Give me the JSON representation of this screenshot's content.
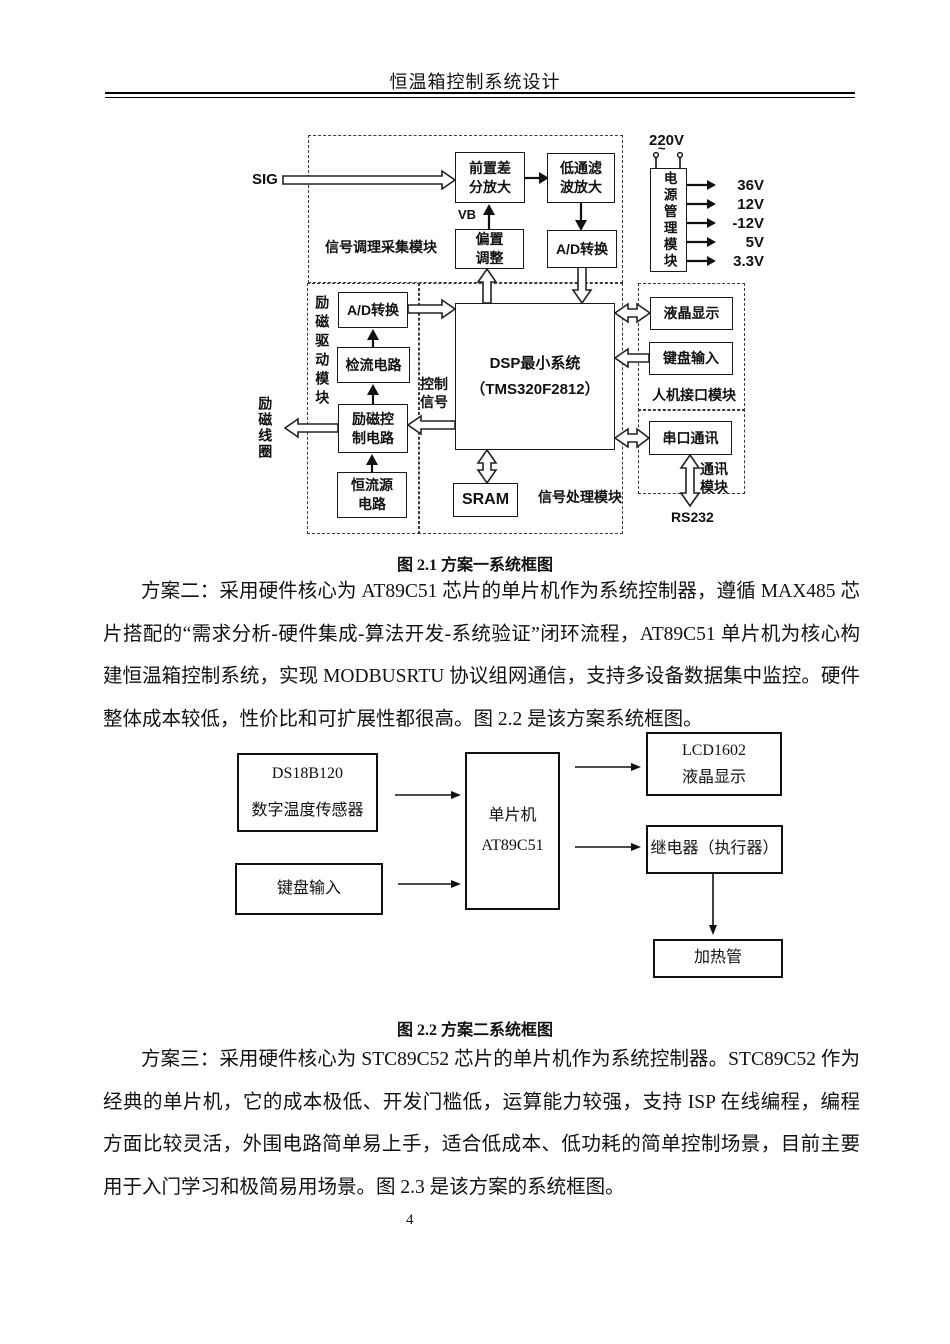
{
  "header": {
    "title": "恒温箱控制系统设计"
  },
  "figure1": {
    "caption": "图 2.1 方案一系统框图",
    "labels": {
      "sig": "SIG",
      "vb": "VB",
      "v220": "220V",
      "tilde": "~",
      "signal_cond_module": "信号调理采集模块",
      "excitation_module": "励磁驱动模块",
      "excitation_coil": "励磁线圈",
      "control_signal": "控制\n信号",
      "sigproc_module": "信号处理模块",
      "hmi_module": "人机接口模块",
      "comm_module": "通讯\n模块",
      "rs232": "RS232"
    },
    "boxes": {
      "preamp": "前置差\n分放大",
      "lowpass": "低通滤\n波放大",
      "bias": "偏置\n调整",
      "adc_top": "A/D转换",
      "power": "电源管理模块",
      "adc_left": "A/D转换",
      "current_sense": "检流电路",
      "excitation_ctrl": "励磁控\n制电路",
      "const_current": "恒流源\n电路",
      "dsp": "DSP最小系统\n（TMS320F2812）",
      "sram": "SRAM",
      "lcd": "液晶显示",
      "keypad": "键盘输入",
      "serial": "串口通讯"
    },
    "power_outputs": [
      "36V",
      "12V",
      "-12V",
      "5V",
      "3.3V"
    ]
  },
  "paragraph1": "方案二：采用硬件核心为 AT89C51 芯片的单片机作为系统控制器，遵循 MAX485 芯片搭配的“需求分析-硬件集成-算法开发-系统验证”闭环流程，AT89C51 单片机为核心构建恒温箱控制系统，实现 MODBUSRTU 协议组网通信，支持多设备数据集中监控。硬件整体成本较低，性价比和可扩展性都很高。图 2.2 是该方案系统框图。",
  "figure2": {
    "caption": "图 2.2 方案二系统框图",
    "boxes": {
      "sensor": "DS18B120\n数字温度传感器",
      "keypad": "键盘输入",
      "mcu": "单片机\nAT89C51",
      "lcd": "LCD1602\n液晶显示",
      "relay": "继电器（执行器）",
      "heater": "加热管"
    }
  },
  "paragraph2": "方案三：采用硬件核心为 STC89C52 芯片的单片机作为系统控制器。STC89C52 作为经典的单片机，它的成本极低、开发门槛低，运算能力较强，支持 ISP 在线编程，编程方面比较灵活，外围电路简单易上手，适合低成本、低功耗的简单控制场景，目前主要用于入门学习和极简易用场景。图 2.3 是该方案的系统框图。",
  "page_number": "4"
}
